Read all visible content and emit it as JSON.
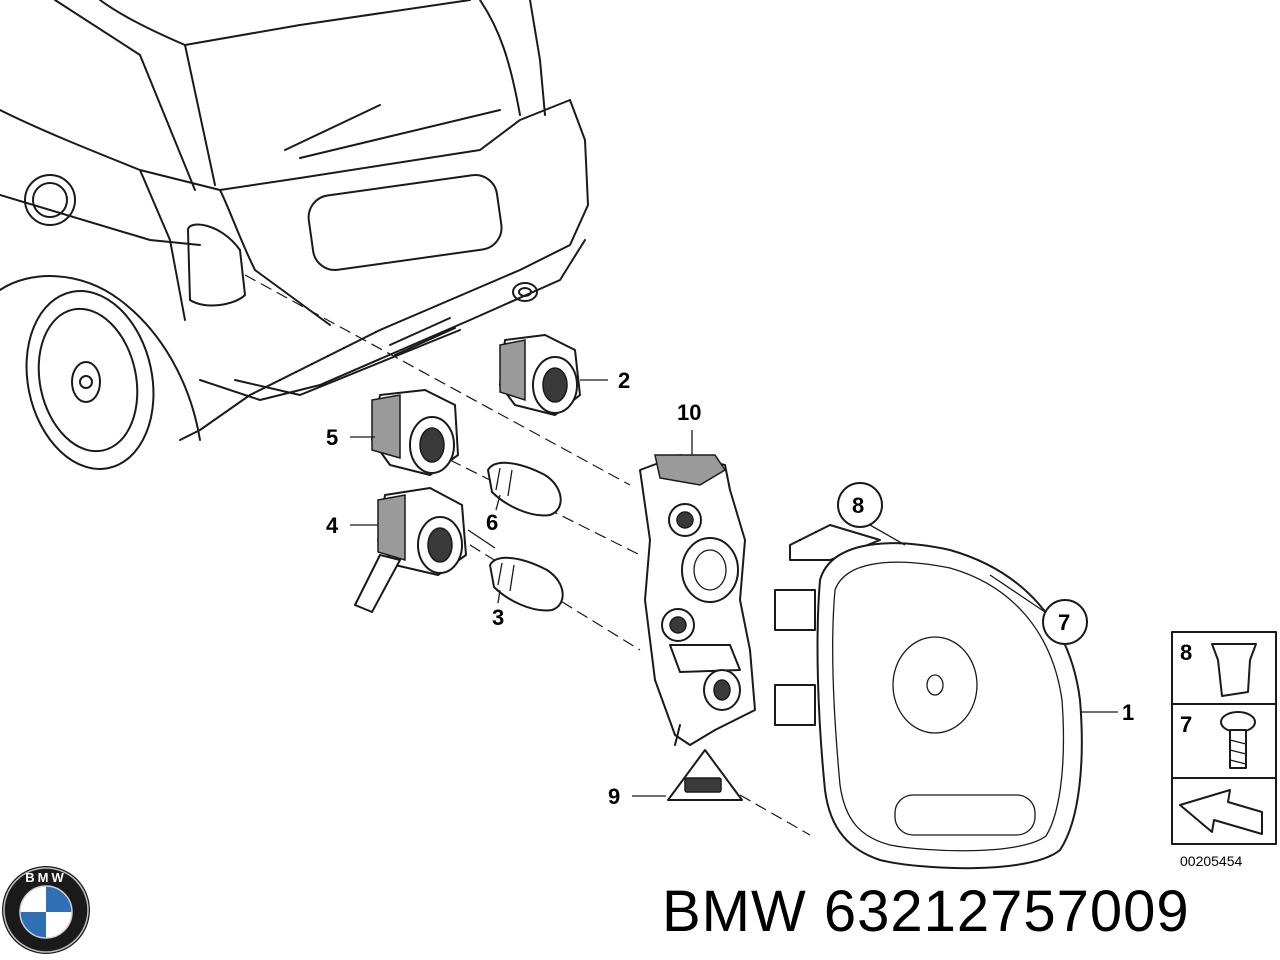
{
  "callouts": {
    "c1": "1",
    "c2": "2",
    "c3": "3",
    "c4": "4",
    "c5": "5",
    "c6": "6",
    "c7": "7",
    "c8": "8",
    "c9": "9",
    "c10": "10"
  },
  "legend": {
    "item_a": "8",
    "item_b": "7"
  },
  "diagram_number": "00205454",
  "logo_text": "BMW",
  "caption": "BMW 63212757009",
  "colors": {
    "line": "#1a1a1a",
    "shade": "#9a9a9a",
    "logo_blue": "#2f6fb5"
  },
  "icons": [
    "bmw-logo",
    "arrow-icon"
  ]
}
